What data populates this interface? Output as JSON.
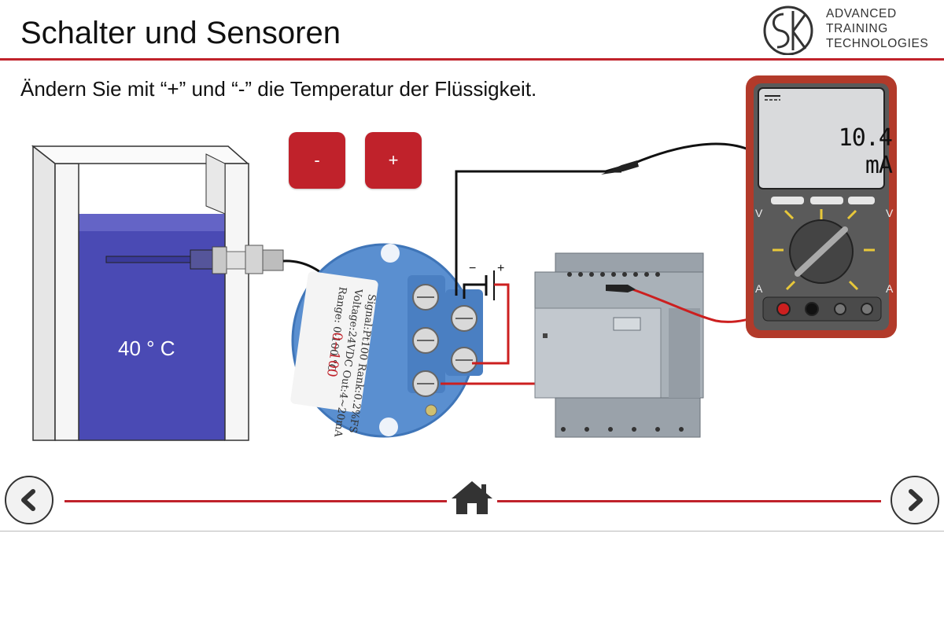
{
  "header": {
    "title": "Schalter und Sensoren",
    "logo": {
      "lines": [
        "ADVANCED",
        "TRAINING",
        "TECHNOLOGIES"
      ],
      "monogram": "SK"
    }
  },
  "instruction": "Ändern Sie mit “+” und “-” die Temperatur der Flüssigkeit.",
  "controls": {
    "minus_label": "-",
    "plus_label": "+"
  },
  "tank": {
    "temperature_label": "40 ° C"
  },
  "transmitter": {
    "label_lines": [
      "Signal:Pt100 Rank:0.2%FS",
      "Voltage:24VDC Out:4~20mA",
      "Range: 0-100 °C"
    ],
    "range_highlight": "0~100"
  },
  "power_terminal": {
    "minus": "−",
    "plus": "+"
  },
  "multimeter": {
    "reading": "10.4 mA",
    "mode_icon": "dc-icon"
  },
  "navigation": {
    "back_icon": "chevron-left-icon",
    "home_icon": "home-icon",
    "next_icon": "chevron-right-icon"
  },
  "colors": {
    "accent": "#c0222b",
    "liquid": "#4a4ab4",
    "meter_body": "#b23a2a"
  }
}
